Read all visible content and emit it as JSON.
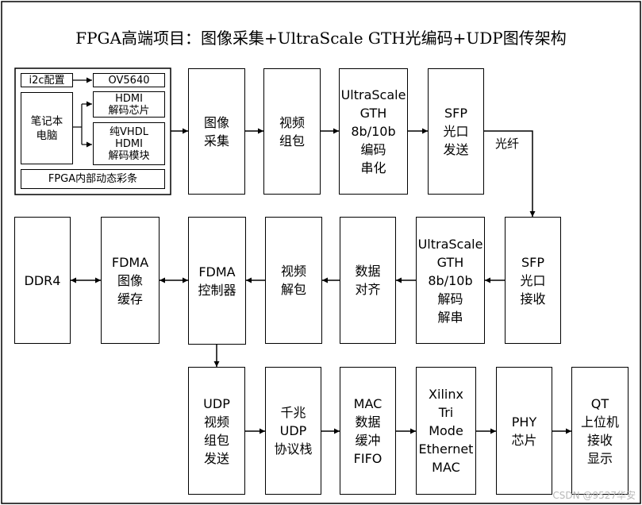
{
  "title": "FPGA高端项目：图像采集+UltraScale GTH光编码+UDP图传架构",
  "source": {
    "i2c": "i2c配置",
    "ov5640": "OV5640",
    "hdmi_chip": "HDMI\n解码芯片",
    "laptop": "笔记本\n电脑",
    "vhdl_hdmi": "纯VHDL\nHDMI\n解码模块",
    "color_bar": "FPGA内部动态彩条"
  },
  "row1": {
    "capture": "图像\n采集",
    "pack": "视频\n组包",
    "gth_enc": "UltraScale\nGTH\n8b/10b\n编码\n串化",
    "sfp_tx": "SFP\n光口\n发送"
  },
  "fiber_label": "光纤",
  "row2": {
    "ddr4": "DDR4",
    "fdma_buf": "FDMA\n图像\n缓存",
    "fdma_ctrl": "FDMA\n控制器",
    "unpack": "视频\n解包",
    "align": "数据\n对齐",
    "gth_dec": "UltraScale\nGTH\n8b/10b\n解码\n解串",
    "sfp_rx": "SFP\n光口\n接收"
  },
  "row3": {
    "udp_pack": "UDP\n视频\n组包\n发送",
    "udp_stack": "千兆\nUDP\n协议栈",
    "mac_fifo": "MAC\n数据\n缓冲\nFIFO",
    "tri_mac": "Xilinx\nTri\nMode\nEthernet\nMAC",
    "phy": "PHY\n芯片",
    "qt": "QT\n上位机\n接收\n显示"
  },
  "watermark": "CSDN @9527华安"
}
